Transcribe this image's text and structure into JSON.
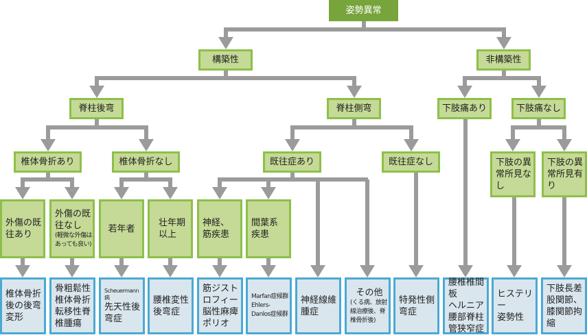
{
  "title": "姿勢異常",
  "level1": {
    "structural": "構築性",
    "nonstructural": "非構築性"
  },
  "level2": {
    "kyphosis": "脊柱後弯",
    "scoliosis": "脊柱側弯",
    "leg_pain_yes": "下肢痛あり",
    "leg_pain_no": "下肢痛なし"
  },
  "level3": {
    "vfx_yes": "椎体骨折あり",
    "vfx_no": "椎体骨折なし",
    "history_yes": "既往症あり",
    "history_no": "既往症なし",
    "leg_abn_no": [
      "下肢の異",
      "常所見な",
      "し"
    ],
    "leg_abn_yes": [
      "下肢の異",
      "常所見有",
      "り"
    ]
  },
  "level4": {
    "trauma_yes": [
      "外傷の既",
      "往あり"
    ],
    "trauma_no": [
      "外傷の既",
      "往なし"
    ],
    "trauma_no_note": [
      "(軽微な外傷は",
      "あっても良い)"
    ],
    "young": "若年者",
    "adult": [
      "壮年期",
      "以上"
    ],
    "neuro": [
      "神経、",
      "筋疾患"
    ],
    "mesenchymal": [
      "間葉系",
      "疾患"
    ]
  },
  "diagnoses": [
    {
      "lines": [
        "椎体骨折",
        "後の後弯",
        "変形"
      ]
    },
    {
      "lines": [
        "骨粗鬆性",
        "椎体骨折",
        "転移性脊",
        "椎腫瘍"
      ]
    },
    {
      "small": "Scheuermann病",
      "lines": [
        "先天性後",
        "弯症"
      ]
    },
    {
      "lines": [
        "腰椎変性",
        "後弯症"
      ]
    },
    {
      "lines": [
        "筋ジスト",
        "ロフィー",
        "脳性麻痺",
        "ポリオ"
      ]
    },
    {
      "small_lines": [
        "Marfan症候群",
        "Ehlers-",
        "Danlos症候群"
      ]
    },
    {
      "lines": [
        "神経線維",
        "腫症"
      ]
    },
    {
      "lines": [
        "その他"
      ],
      "note_lines": [
        "(くる病、放射",
        "線治療後、脊",
        "椎骨折後)"
      ]
    },
    {
      "lines": [
        "特発性側",
        "弯症"
      ]
    },
    {
      "lines": [
        "腰椎椎間板",
        "ヘルニア",
        "腰部脊柱",
        "管狭窄症"
      ]
    },
    {
      "lines": [
        "ヒステリー",
        "姿勢性"
      ]
    },
    {
      "lines": [
        "下肢長差",
        "股関節、",
        "膝関節拘",
        "縮"
      ]
    }
  ],
  "colors": {
    "root_fill": "#77a43b",
    "node_fill": "#c5da96",
    "node_border": "#8dbf4a",
    "leaf_fill": "#dae6ee",
    "leaf_border": "#4aa9d2",
    "connector": "#9b9b9b"
  }
}
